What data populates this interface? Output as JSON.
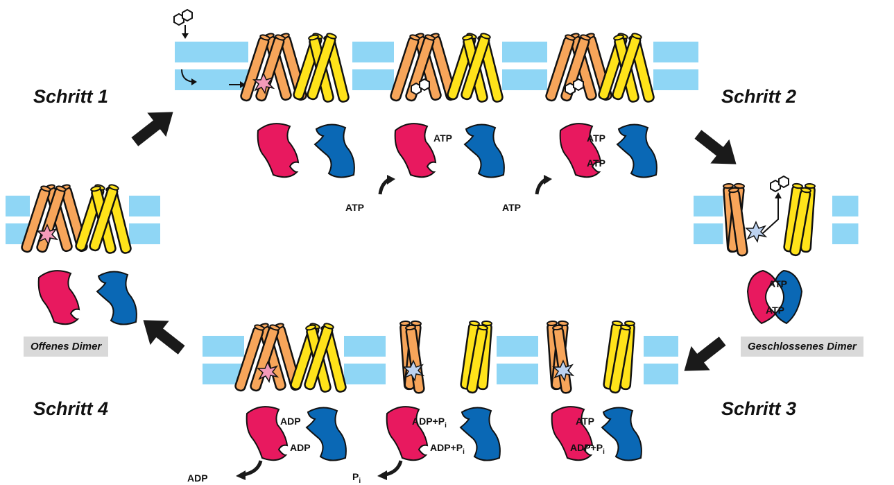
{
  "steps": {
    "s1": "Schritt 1",
    "s2": "Schritt 2",
    "s3": "Schritt 3",
    "s4": "Schritt 4"
  },
  "states": {
    "open_dimer": "Offenes Dimer",
    "closed_dimer": "Geschlossenes Dimer"
  },
  "nucleotides": {
    "atp": "ATP",
    "adp": "ADP",
    "adp_pi": "ADP+P",
    "pi": "P",
    "pi_subscript": "i"
  },
  "colors": {
    "membrane": "#8fd6f5",
    "tmd_a": "#f7a55a",
    "tmd_b": "#ffe31a",
    "nbd_a": "#e8195f",
    "nbd_b": "#0a68b5",
    "substrate_site_pink": "#f39ab9",
    "substrate_site_blue": "#bcd2f0",
    "arrow": "#1a1a1a"
  }
}
